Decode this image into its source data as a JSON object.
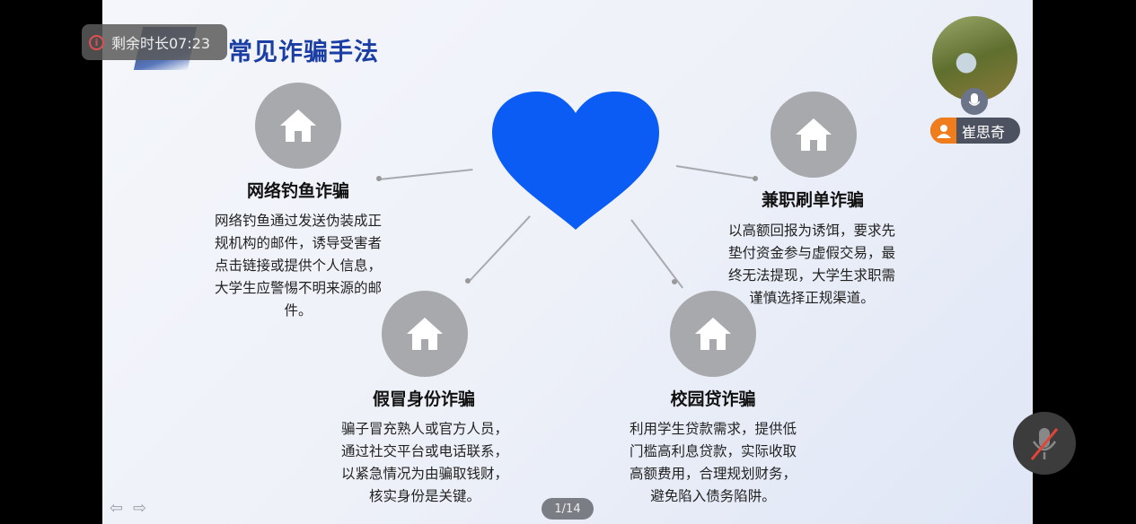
{
  "slide": {
    "title": "常见诈骗手法",
    "items": [
      {
        "heading": "网络钓鱼诈骗",
        "text": "网络钓鱼通过发送伪装成正规机构的邮件，诱导受害者点击链接或提供个人信息，大学生应警惕不明来源的邮件。"
      },
      {
        "heading": "兼职刷单诈骗",
        "text": "以高额回报为诱饵，要求先垫付资金参与虚假交易，最终无法提现，大学生求职需谨慎选择正规渠道。"
      },
      {
        "heading": "假冒身份诈骗",
        "text": "骗子冒充熟人或官方人员，通过社交平台或电话联系，以紧急情况为由骗取钱财，核实身份是关键。"
      },
      {
        "heading": "校园贷诈骗",
        "text": "利用学生贷款需求，提供低门槛高利息贷款，实际收取高额费用，合理规划财务，避免陷入债务陷阱。"
      }
    ],
    "heart_color": "#0a5cf5",
    "page": "1/14"
  },
  "overlay": {
    "timer": "剩余时长07:23",
    "participant_name": "崔思奇"
  }
}
